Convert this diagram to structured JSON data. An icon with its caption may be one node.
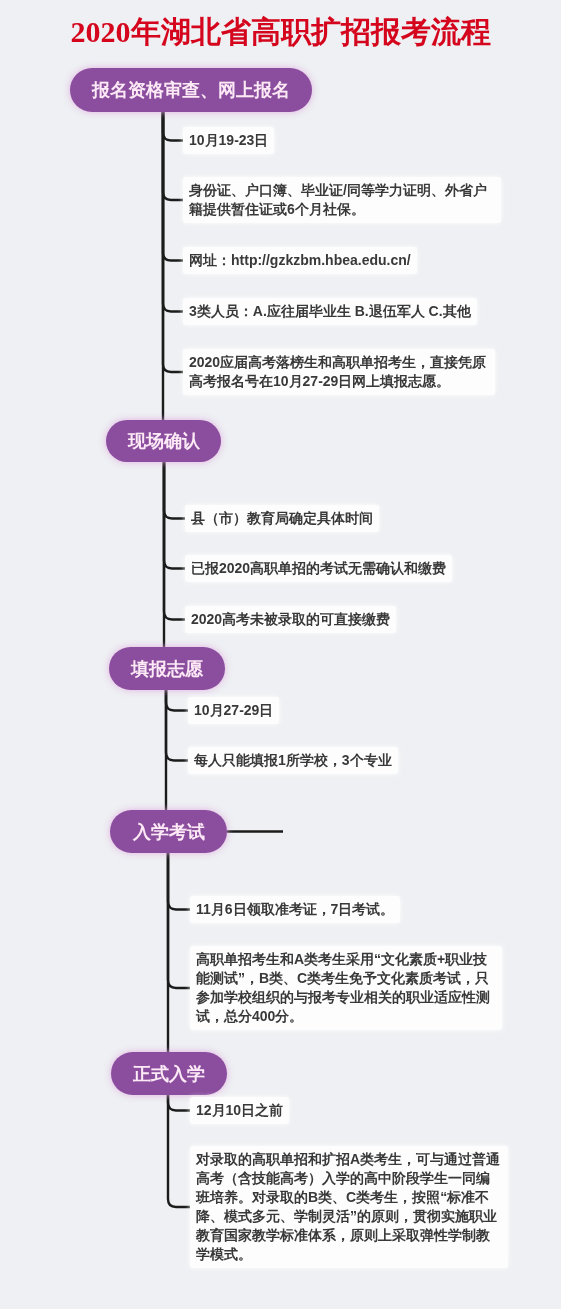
{
  "diagram": {
    "title": "2020年湖北省高职扩招报考流程",
    "nodes": [
      {
        "text": [
          "报名资格审查、网上报名"
        ]
      },
      {
        "text": [
          "10月19-23日"
        ]
      },
      {
        "text": [
          "身份证、户口簿、毕业证/同等学力证明、外省户籍提供暂住证或6个月社保。"
        ]
      },
      {
        "text": [
          "网址：http://gzkzbm.hbea.edu.cn/"
        ]
      },
      {
        "text": [
          "3类人员：A.应往届毕业生 B.退伍军人 C.其他"
        ]
      },
      {
        "text": [
          "2020应届高考落榜生和高职单招考生，直接凭原高考报名号在10月27-29日网上填报志愿。"
        ]
      },
      {
        "text": [
          "现场确认"
        ]
      },
      {
        "text": [
          "县（市）教育局确定具体时间"
        ]
      },
      {
        "text": [
          "已报2020高职单招的考试无需确认和缴费"
        ]
      },
      {
        "text": [
          "2020高考未被录取的可直接缴费"
        ]
      },
      {
        "text": [
          "填报志愿"
        ]
      },
      {
        "text": [
          "10月27-29日"
        ]
      },
      {
        "text": [
          "每人只能填报1所学校，3个专业"
        ]
      },
      {
        "text": [
          "入学考试"
        ]
      },
      {
        "text": [
          "11月6日领取准考证，7日考试。"
        ]
      },
      {
        "text": [
          "高职单招考生和A类考生采用“文化素质+职业技能测试”，B类、C类考生免予文化素质考试，只参加学校组织的与报考专业相关的职业适应性测试，总分400分。"
        ]
      },
      {
        "text": [
          "正式入学"
        ]
      },
      {
        "text": [
          "12月10日之前"
        ]
      },
      {
        "text": [
          "对录取的高职单招和扩招A类考生，可与通过普通高考（含技能高考）入学的高中阶段学生一同编班培养。对录取的B类、C类考生，按照“标准不降、模式多元、学制灵活”的原则，贯彻实施职业教育国家教学标准体系，原则上采取弹性学制教学模式。"
        ]
      }
    ],
    "edges": [
      {
        "from": 0,
        "to": 1,
        "arrow": "none"
      },
      {
        "from": 0,
        "to": 2,
        "arrow": "none"
      },
      {
        "from": 0,
        "to": 3,
        "arrow": "none"
      },
      {
        "from": 0,
        "to": 4,
        "arrow": "none"
      },
      {
        "from": 0,
        "to": 5,
        "arrow": "none"
      },
      {
        "from": 0,
        "to": 6,
        "arrow": "none"
      },
      {
        "from": 6,
        "to": 7,
        "arrow": "none"
      },
      {
        "from": 6,
        "to": 8,
        "arrow": "none"
      },
      {
        "from": 6,
        "to": 9,
        "arrow": "none"
      },
      {
        "from": 6,
        "to": 10,
        "arrow": "none"
      },
      {
        "from": 10,
        "to": 11,
        "arrow": "none"
      },
      {
        "from": 10,
        "to": 12,
        "arrow": "none"
      },
      {
        "from": 10,
        "to": 13,
        "arrow": "none"
      },
      {
        "from": 13,
        "to": null,
        "arrow": "none"
      },
      {
        "from": 13,
        "to": 14,
        "arrow": "none"
      },
      {
        "from": 13,
        "to": 15,
        "arrow": "none"
      },
      {
        "from": 13,
        "to": 16,
        "arrow": "none"
      },
      {
        "from": 16,
        "to": 17,
        "arrow": "none"
      },
      {
        "from": 16,
        "to": 18,
        "arrow": "none"
      }
    ]
  }
}
